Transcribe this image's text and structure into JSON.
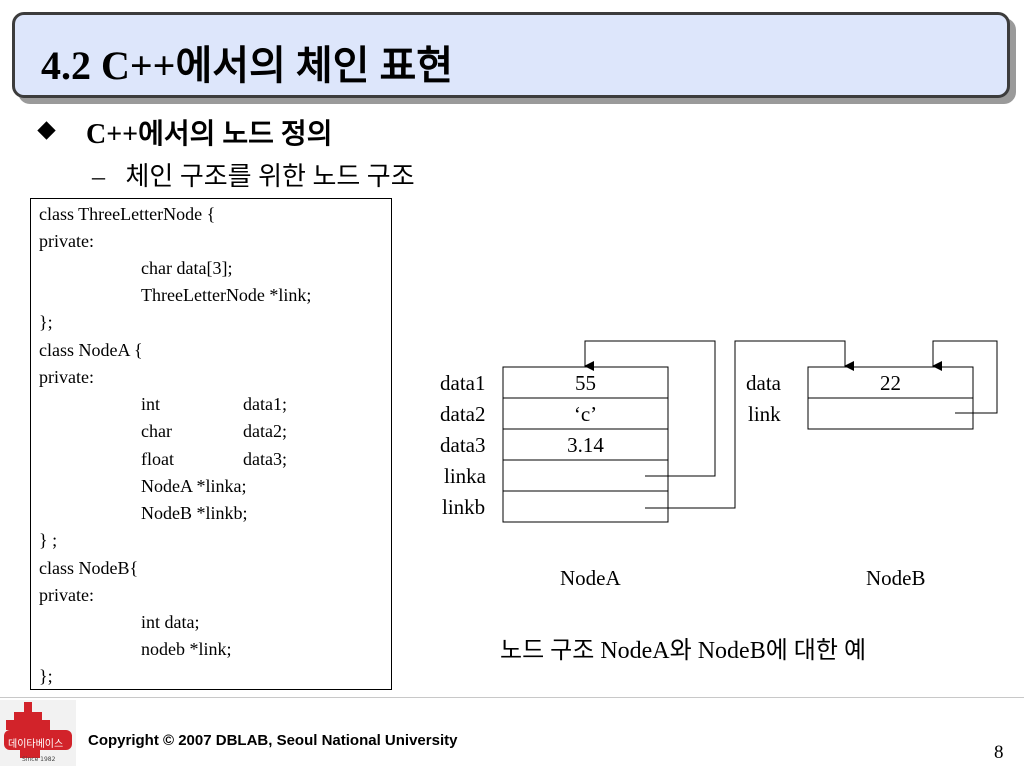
{
  "slide": {
    "title": "4.2 C++에서의 체인 표현",
    "bullet": "C++에서의 노드 정의",
    "sub_bullet_dash": "–",
    "sub_bullet": "체인 구조를 위한 노드 구조"
  },
  "code": [
    "class ThreeLetterNode {",
    "private:",
    "char data[3];",
    "ThreeLetterNode *link;",
    "};",
    "class NodeA {",
    "private:",
    "int",
    "data1;",
    "char",
    "data2;",
    "float",
    "data3;",
    "NodeA *linka;",
    "NodeB *linkb;",
    "} ;",
    "class NodeB{",
    "private:",
    "int data;",
    "nodeb *link;",
    "};"
  ],
  "diagram": {
    "nodeA": {
      "fields": [
        "data1",
        "data2",
        "data3",
        "linka",
        "linkb"
      ],
      "values": [
        "55",
        "‘c’",
        "3.14",
        "",
        ""
      ],
      "name": "NodeA"
    },
    "nodeB": {
      "fields": [
        "data",
        "link"
      ],
      "values": [
        "22",
        ""
      ],
      "name": "NodeB"
    },
    "caption": "노드 구조 NodeA와 NodeB에 대한 예"
  },
  "footer": {
    "copyright": "Copyright © 2007 DBLAB, Seoul National University",
    "page_number": "8",
    "logo_text": "데이타베이스",
    "logo_sub": "Since 1982"
  }
}
